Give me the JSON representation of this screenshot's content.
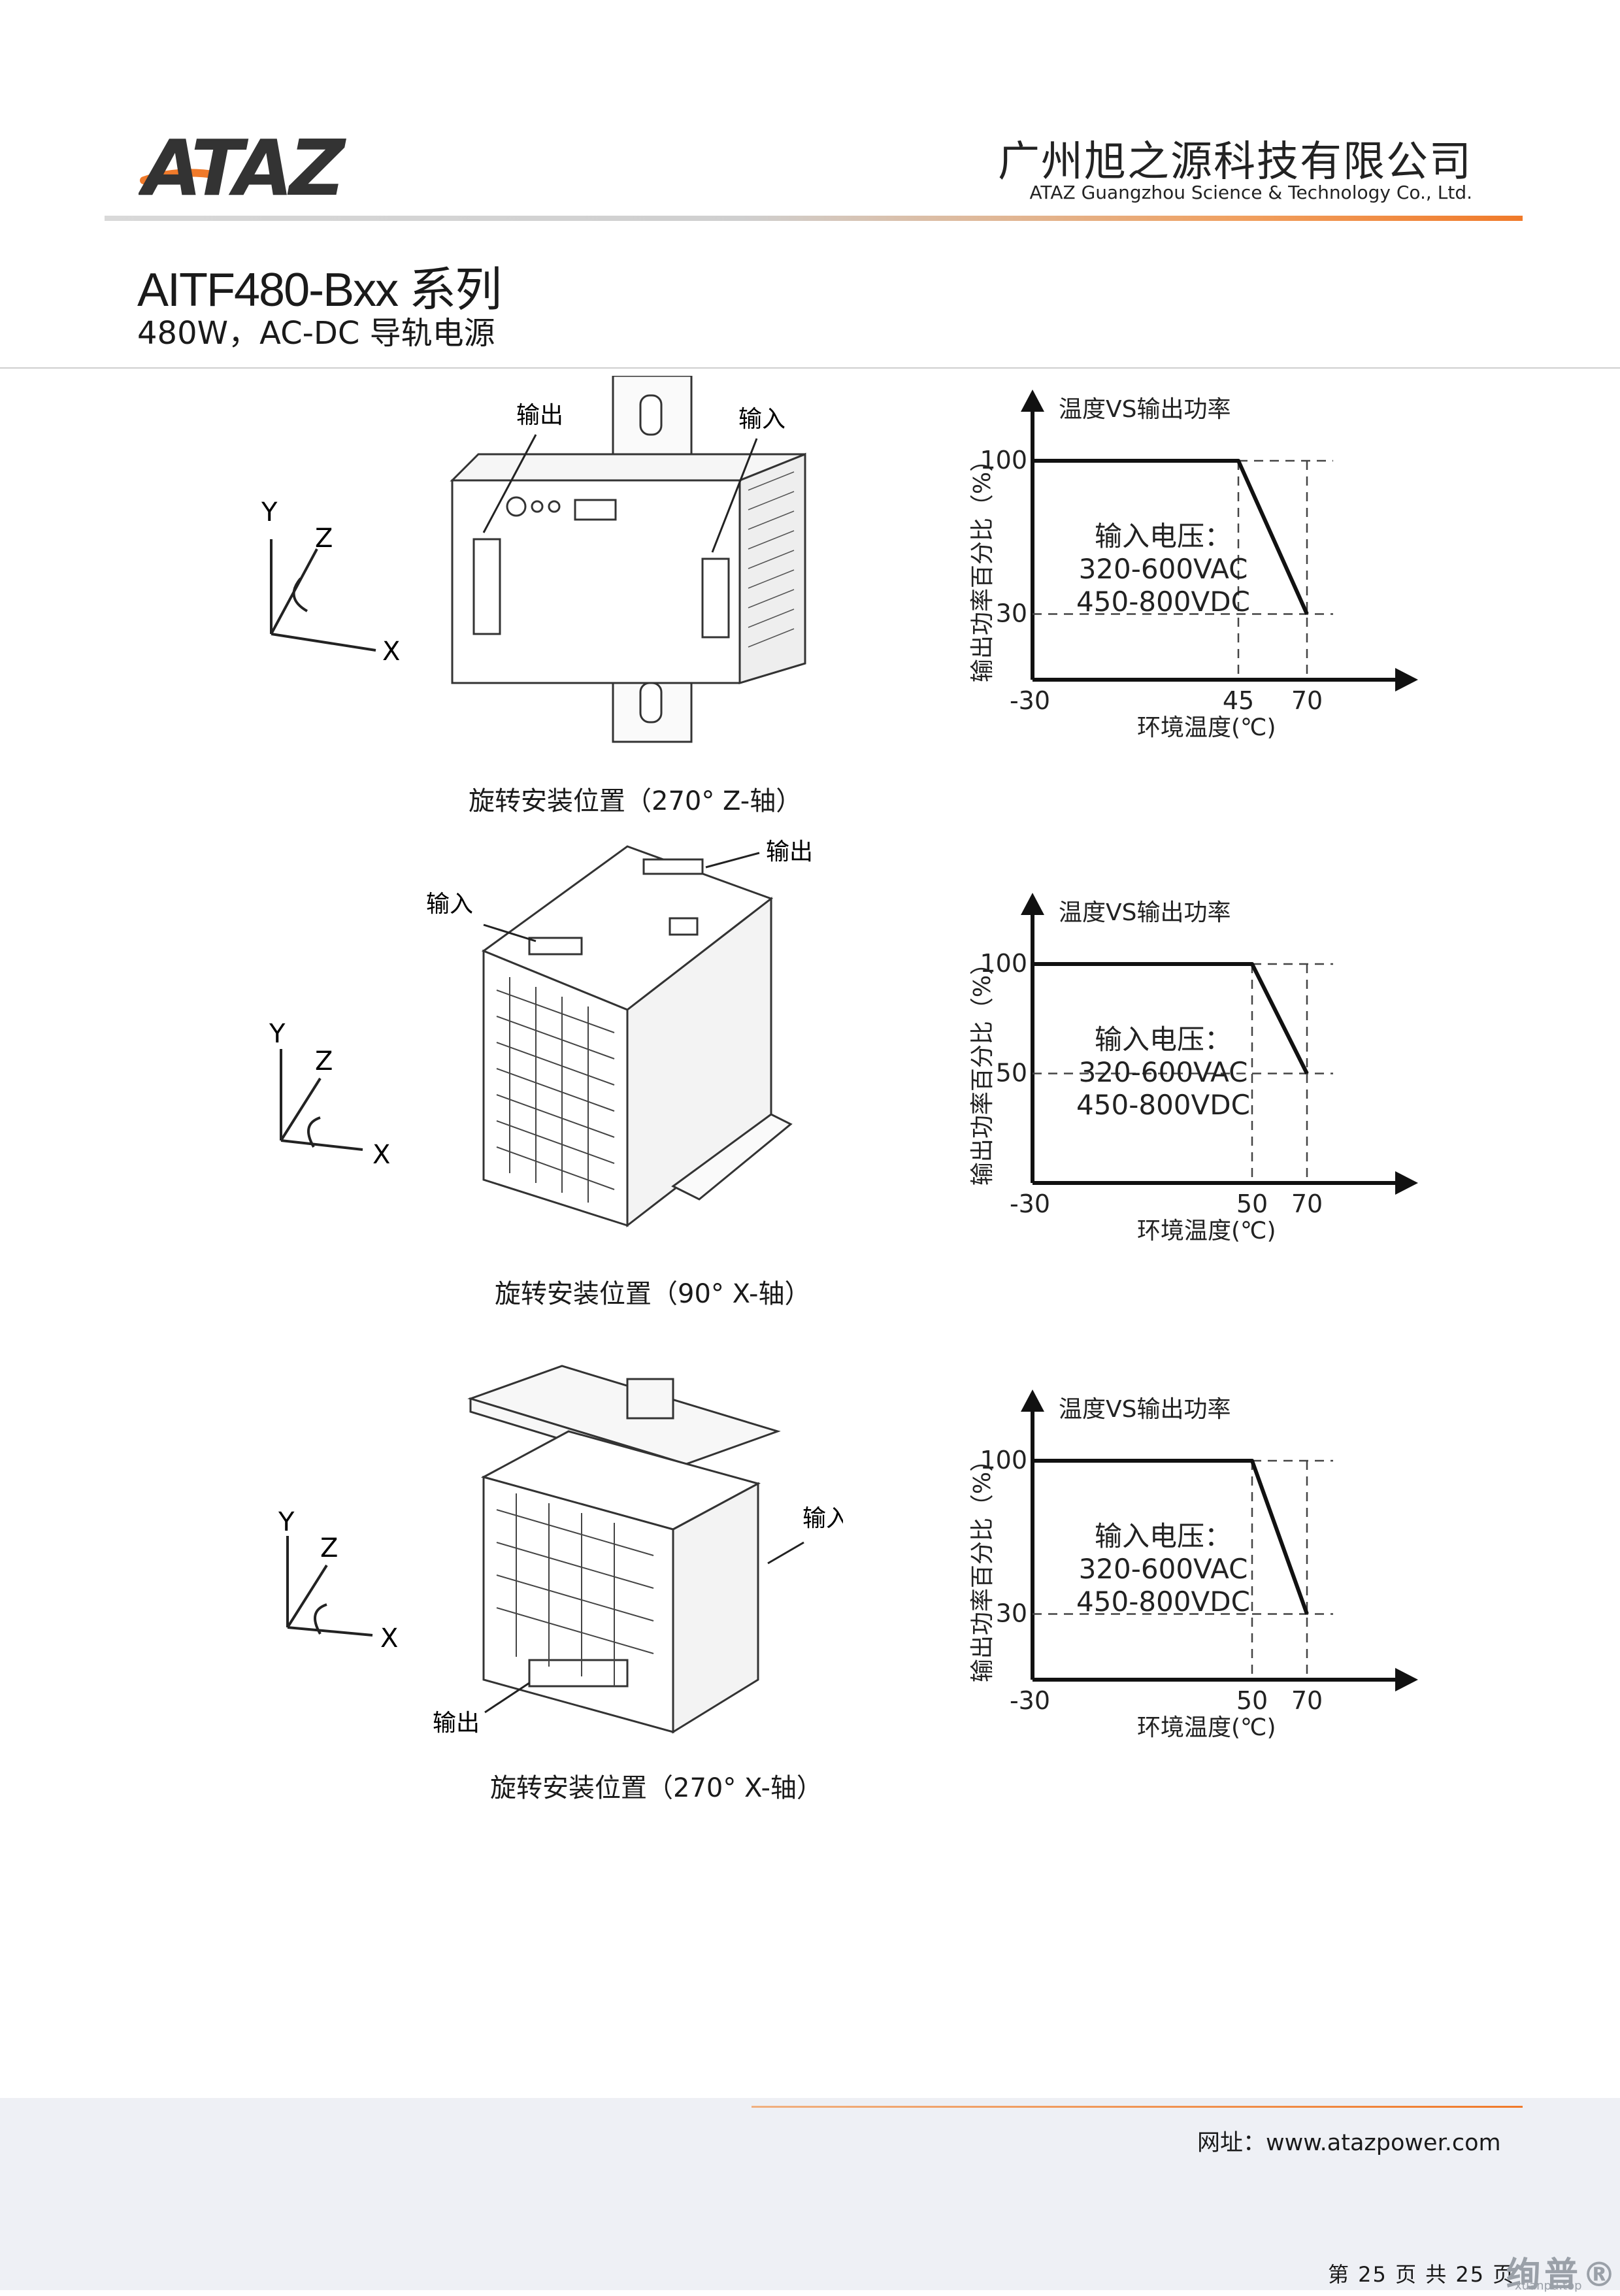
{
  "header": {
    "logo_text": "ATAZ",
    "company_cn": "广州旭之源科技有限公司",
    "company_en": "ATAZ Guangzhou Science & Technology Co., Ltd."
  },
  "product": {
    "title": "AITF480-Bxx 系列",
    "subtitle": "480W，AC-DC 导轨电源"
  },
  "colors": {
    "accent": "#f07a2a",
    "footer_bg": "#eef0f5"
  },
  "sections": [
    {
      "caption": "旋转安装位置（270° Z-轴）",
      "label_output": "输出",
      "label_input": "输入",
      "axes": {
        "y": "Y",
        "z": "Z",
        "x": "X"
      },
      "chart": {
        "title": "温度VS输出功率",
        "ylabel": "输出功率百分比（%）",
        "xlabel": "环境温度(℃)",
        "inner_text": [
          "输入电压：",
          "320-600VAC",
          "450-800VDC"
        ],
        "y_ticks": [
          "100",
          "30"
        ],
        "x_ticks": [
          "-30",
          "45",
          "70"
        ]
      }
    },
    {
      "caption": "旋转安装位置（90° X-轴）",
      "label_output": "输出",
      "label_input": "输入",
      "axes": {
        "y": "Y",
        "z": "Z",
        "x": "X"
      },
      "chart": {
        "title": "温度VS输出功率",
        "ylabel": "输出功率百分比（%）",
        "xlabel": "环境温度(℃)",
        "inner_text": [
          "输入电压：",
          "320-600VAC",
          "450-800VDC"
        ],
        "y_ticks": [
          "100",
          "50"
        ],
        "x_ticks": [
          "-30",
          "50",
          "70"
        ]
      }
    },
    {
      "caption": "旋转安装位置（270° X-轴）",
      "label_output": "输出",
      "label_input": "输入",
      "axes": {
        "y": "Y",
        "z": "Z",
        "x": "X"
      },
      "chart": {
        "title": "温度VS输出功率",
        "ylabel": "输出功率百分比（%）",
        "xlabel": "环境温度(℃)",
        "inner_text": [
          "输入电压：",
          "320-600VAC",
          "450-800VDC"
        ],
        "y_ticks": [
          "100",
          "30"
        ],
        "x_ticks": [
          "-30",
          "50",
          "70"
        ]
      }
    }
  ],
  "chart_data": [
    {
      "type": "line",
      "title": "温度VS输出功率",
      "xlabel": "环境温度(℃)",
      "ylabel": "输出功率百分比（%）",
      "x": [
        -30,
        45,
        70
      ],
      "y": [
        100,
        100,
        30
      ],
      "xlim": [
        -30,
        70
      ],
      "ylim": [
        0,
        100
      ]
    },
    {
      "type": "line",
      "title": "温度VS输出功率",
      "xlabel": "环境温度(℃)",
      "ylabel": "输出功率百分比（%）",
      "x": [
        -30,
        50,
        70
      ],
      "y": [
        100,
        100,
        50
      ],
      "xlim": [
        -30,
        70
      ],
      "ylim": [
        0,
        100
      ]
    },
    {
      "type": "line",
      "title": "温度VS输出功率",
      "xlabel": "环境温度(℃)",
      "ylabel": "输出功率百分比（%）",
      "x": [
        -30,
        50,
        70
      ],
      "y": [
        100,
        100,
        30
      ],
      "xlim": [
        -30,
        70
      ],
      "ylim": [
        0,
        100
      ]
    }
  ],
  "footer": {
    "website": "网址：www.atazpower.com",
    "page": "第 25 页 共 25 页",
    "watermark": "绚普®",
    "watermark_sub": "xuanpu.top"
  }
}
